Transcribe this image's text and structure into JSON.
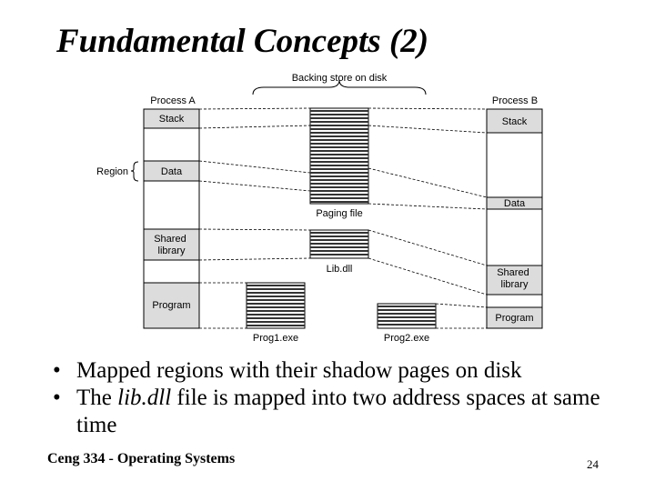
{
  "slide": {
    "title": "Fundamental Concepts (2)",
    "bullets": [
      {
        "before": "Mapped regions with their shadow pages on disk",
        "italic": "",
        "after": ""
      },
      {
        "before": "The ",
        "italic": "lib.dll",
        "after": " file is mapped into two address spaces at same time"
      }
    ],
    "footer": "Ceng 334 - Operating Systems",
    "page_number": "24"
  },
  "diagram": {
    "backing_store_label": "Backing store on disk",
    "region_label": "Region",
    "process_a": {
      "title": "Process A",
      "segments": [
        "Stack",
        "Data",
        "Shared library",
        "Program"
      ]
    },
    "process_b": {
      "title": "Process B",
      "segments": [
        "Stack",
        "Data",
        "Shared library",
        "Program"
      ]
    },
    "files": {
      "paging_file": "Paging file",
      "lib_dll": "Lib.dll",
      "prog1": "Prog1.exe",
      "prog2": "Prog2.exe"
    }
  }
}
